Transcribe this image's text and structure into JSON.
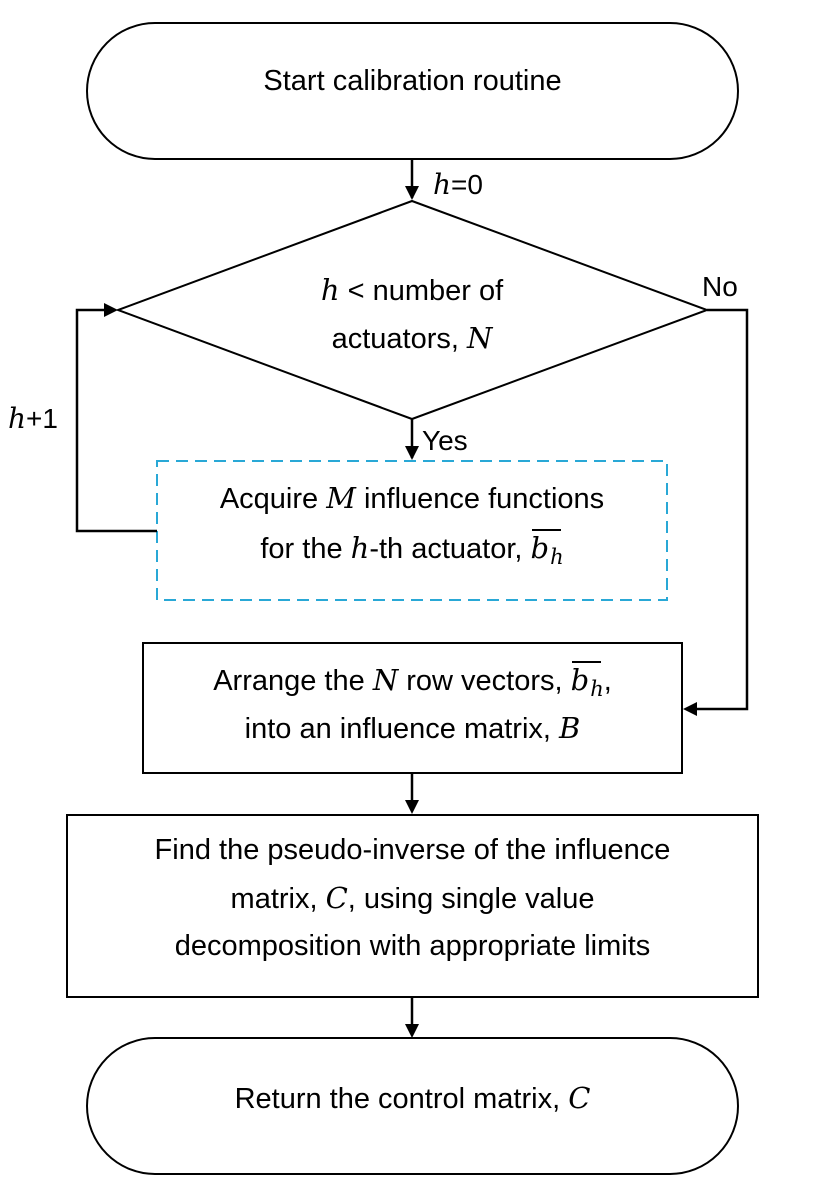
{
  "nodes": {
    "start": {
      "text": "Start calibration routine"
    },
    "decision": {
      "line1_var": "h",
      "line1_rest": " < number of",
      "line2_text": "actuators, ",
      "line2_var": "N"
    },
    "acquire": {
      "line1_pre": "Acquire ",
      "line1_var": "M",
      "line1_post": " influence functions",
      "line2_pre": "for the ",
      "line2_var": "h",
      "line2_mid": "-th actuator, ",
      "vec_base": "b",
      "vec_sub": "h"
    },
    "arrange": {
      "line1_pre": "Arrange the ",
      "line1_var": "N",
      "line1_post": " row vectors, ",
      "vec_base": "b",
      "vec_sub": "h",
      "vec_post": ",",
      "line2_pre": "into an influence  matrix, ",
      "line2_var": "B"
    },
    "pseudo": {
      "line1": "Find the pseudo-inverse of the influence",
      "line2_pre": "matrix, ",
      "line2_var": "C",
      "line2_post": ", using single value",
      "line3": "decomposition with appropriate limits"
    },
    "return": {
      "text_pre": "Return the control matrix, ",
      "text_var": "C"
    }
  },
  "labels": {
    "init": {
      "var": "h",
      "rest": "=0"
    },
    "increment": {
      "var": "h",
      "rest": "+1"
    },
    "yes": "Yes",
    "no": "No"
  },
  "colors": {
    "stroke": "#000000",
    "dashed_border": "#29a8d6",
    "background": "#ffffff"
  }
}
